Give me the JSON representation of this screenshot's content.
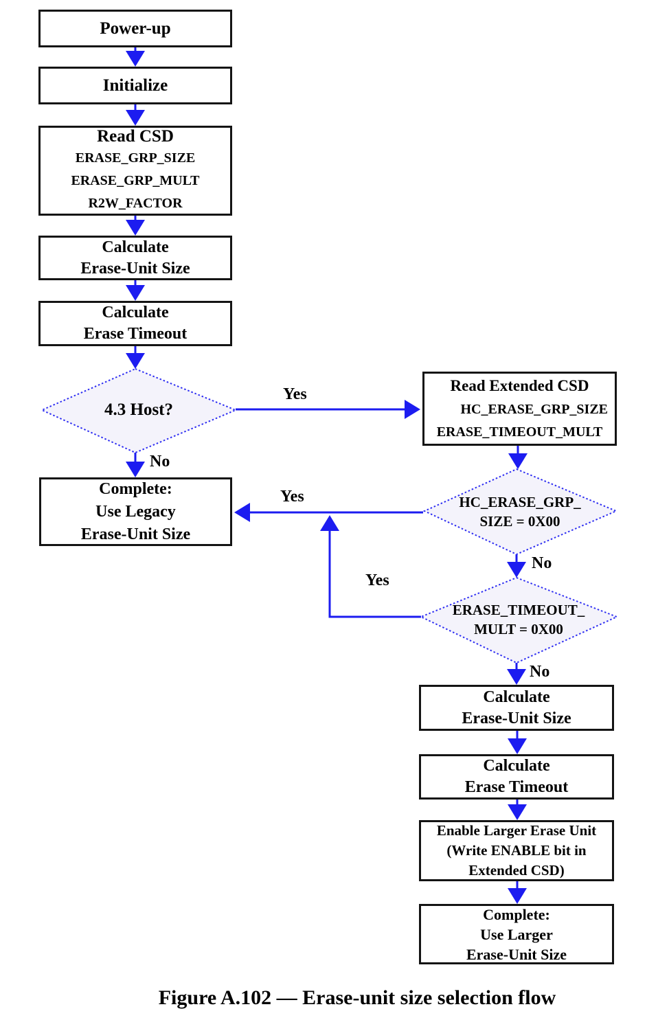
{
  "page": {
    "caption": "Figure A.102 — Erase-unit size selection flow"
  },
  "colors": {
    "background": "#ffffff",
    "arrow": "#1c1cf0",
    "diamond_border": "#2d2df2",
    "diamond_fill": "#f4f3fb",
    "box_border": "#141414",
    "text_color": "#000000"
  },
  "nodes": {
    "power_up": {
      "lines": [
        "Power-up"
      ]
    },
    "initialize": {
      "lines": [
        "Initialize"
      ]
    },
    "read_csd": {
      "lines": [
        "Read CSD",
        "ERASE_GRP_SIZE",
        "ERASE_GRP_MULT",
        "R2W_FACTOR"
      ]
    },
    "calc_unit_left": {
      "lines": [
        "Calculate",
        "Erase-Unit Size"
      ]
    },
    "calc_timeout_left": {
      "lines": [
        "Calculate",
        "Erase Timeout"
      ]
    },
    "host_decision": {
      "lines": [
        "4.3 Host?"
      ]
    },
    "complete_legacy": {
      "lines": [
        "Complete:",
        "Use Legacy",
        "Erase-Unit Size"
      ]
    },
    "read_ext_csd": {
      "lines": [
        "Read Extended CSD",
        "HC_ERASE_GRP_SIZE",
        "ERASE_TIMEOUT_MULT"
      ]
    },
    "hc_erase_decision": {
      "lines": [
        "HC_ERASE_GRP_",
        "SIZE = 0X00"
      ]
    },
    "erase_timeout_decision": {
      "lines": [
        "ERASE_TIMEOUT_",
        "MULT = 0X00"
      ]
    },
    "calc_unit_right": {
      "lines": [
        "Calculate",
        "Erase-Unit Size"
      ]
    },
    "calc_timeout_right": {
      "lines": [
        "Calculate",
        "Erase Timeout"
      ]
    },
    "enable_larger": {
      "lines": [
        "Enable Larger Erase Unit",
        "(Write ENABLE bit in",
        "Extended CSD)"
      ]
    },
    "complete_larger": {
      "lines": [
        "Complete:",
        "Use Larger",
        "Erase-Unit Size"
      ]
    }
  },
  "edge_labels": [
    {
      "id": "host-yes",
      "text": "Yes"
    },
    {
      "id": "host-no",
      "text": "No"
    },
    {
      "id": "hc-grp-yes",
      "text": "Yes"
    },
    {
      "id": "hc-grp-no",
      "text": "No"
    },
    {
      "id": "timeout-yes",
      "text": "Yes"
    },
    {
      "id": "timeout-no",
      "text": "No"
    }
  ]
}
